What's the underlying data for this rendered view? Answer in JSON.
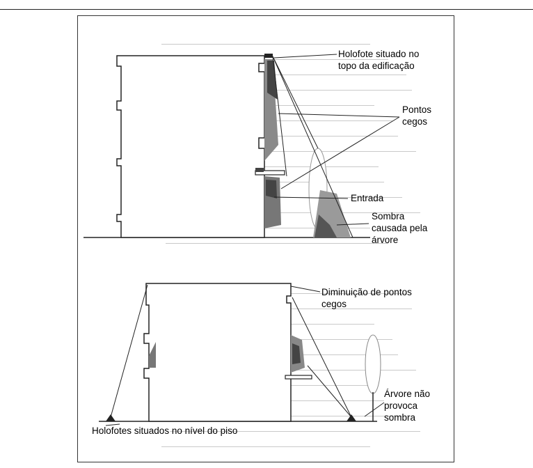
{
  "labels": {
    "holofote_topo": [
      "Holofote situado no",
      "topo da edificação"
    ],
    "pontos_cegos": [
      "Pontos",
      "cegos"
    ],
    "entrada": "Entrada",
    "sombra_arvore": [
      "Sombra",
      "causada pela",
      "árvore"
    ],
    "diminuicao": [
      "Diminuição de pontos",
      "cegos"
    ],
    "arvore_nao": [
      "Árvore não",
      "provoca",
      "sombra"
    ],
    "holofotes_piso": "Holofotes situados no nível do piso"
  },
  "colors": {
    "line": "#222222",
    "shadow_dark": "#555555",
    "shadow_mid": "#8a8a8a",
    "faded_text": "#c9c9c9"
  }
}
